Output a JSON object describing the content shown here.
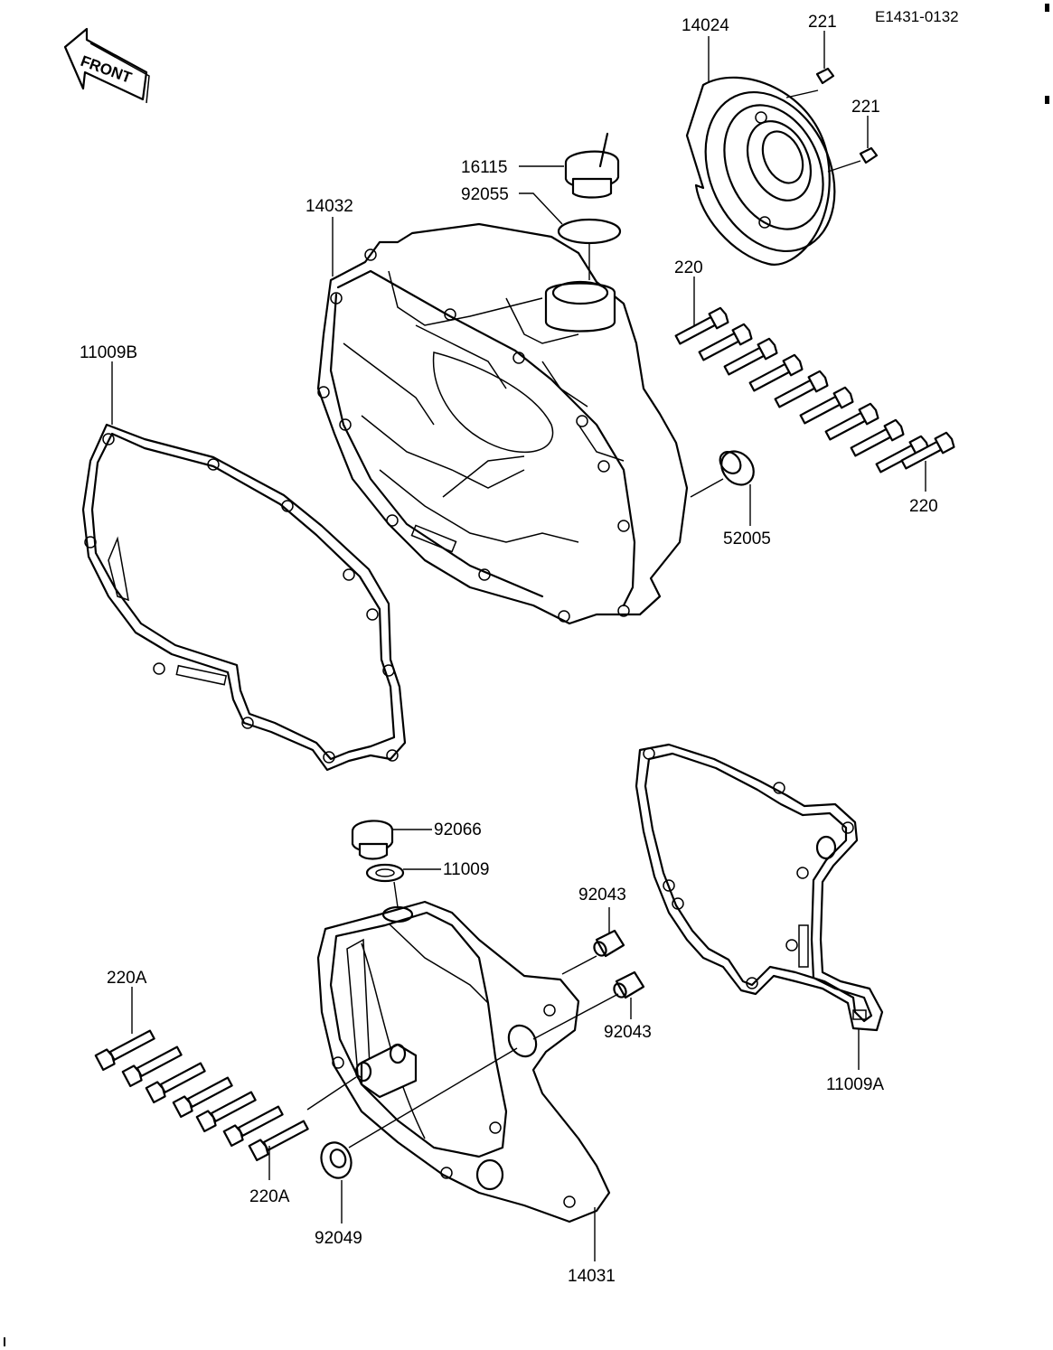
{
  "drawing_code": "E1431-0132",
  "front_label": "FRONT",
  "labels": {
    "p14024": "14024",
    "p221a": "221",
    "p221b": "221",
    "p16115": "16115",
    "p92055": "92055",
    "p14032": "14032",
    "p220a": "220",
    "p220b": "220",
    "p11009B": "11009B",
    "p52005": "52005",
    "p92066": "92066",
    "p11009": "11009",
    "p92043a": "92043",
    "p92043b": "92043",
    "p220Aa": "220A",
    "p220Ab": "220A",
    "p11009A": "11009A",
    "p92049": "92049",
    "p14031": "14031"
  }
}
